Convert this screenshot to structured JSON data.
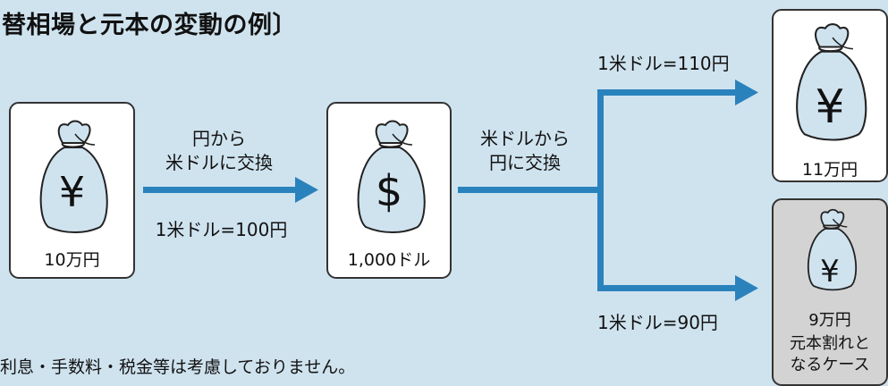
{
  "title": "替相場と元本の変動の例〕",
  "note": "利息・手数料・税金等は考慮しておりません。",
  "bags": {
    "start": {
      "symbol": "¥",
      "label": "10万円"
    },
    "dollar": {
      "symbol": "$",
      "label": "1,000ドル"
    },
    "up": {
      "symbol": "¥",
      "label": "11万円"
    },
    "down": {
      "symbol": "¥",
      "label": "9万円",
      "sub1": "元本割れと",
      "sub2": "なるケース"
    }
  },
  "arrows": {
    "exchange1_line1": "円から",
    "exchange1_line2": "米ドルに交換",
    "rate1": "1米ドル=100円",
    "exchange2_line1": "米ドルから",
    "exchange2_line2": "円に交換",
    "rate_up": "1米ドル=110円",
    "rate_down": "1米ドル=90円"
  },
  "colors": {
    "arrow": "#2a82bd",
    "bag_fill": "#cfe3ef",
    "background": "#cfe3ef"
  }
}
